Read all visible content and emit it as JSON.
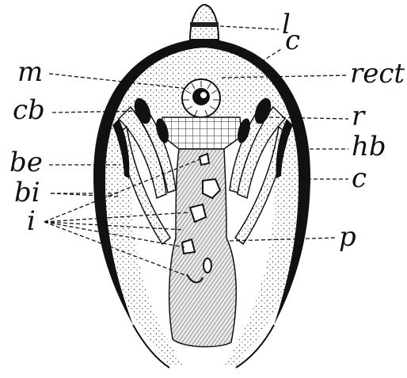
{
  "figure": {
    "labels": {
      "l": "l",
      "c_top": "c",
      "m": "m",
      "rect": "rect",
      "cb": "cb",
      "r": "r",
      "hb": "hb",
      "be": "be",
      "c_right": "c",
      "bi": "bi",
      "i": "i",
      "p": "p"
    }
  }
}
